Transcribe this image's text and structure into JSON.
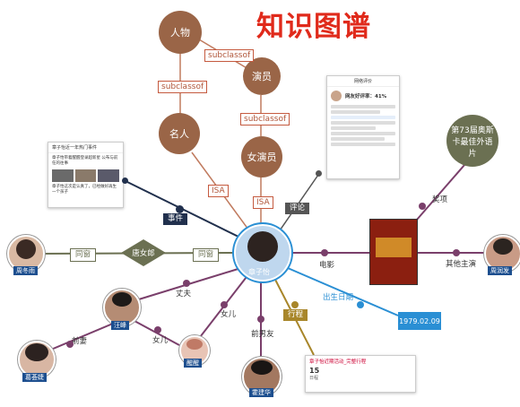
{
  "title": "知识图谱",
  "concepts": {
    "renwu": "人物",
    "mingren": "名人",
    "yanyuan": "演员",
    "nvyanyuan": "女演员"
  },
  "relations": {
    "subclassof_1": "subclassof",
    "subclassof_2": "subclassof",
    "subclassof_3": "subclassof",
    "isa_1": "ISA",
    "isa_2": "ISA"
  },
  "center": {
    "name": "章子怡"
  },
  "edges": {
    "shijian": "事件",
    "pinglun": "评论",
    "dianying": "电影",
    "chusheng": "出生日期",
    "xingcheng": "行程",
    "nanpengyou": "前男友",
    "nver": "女儿",
    "zhangfu": "丈夫",
    "tangfeng": "唐女郎",
    "jiangxiang": "奖项",
    "qita": "其他主演",
    "qianqi": "前妻",
    "nver2": "女儿",
    "tongxiang_1": "同窗",
    "tongxiang_2": "同窗"
  },
  "award": "第73届奥斯卡最佳外语片",
  "birth_date": "1979.02.09",
  "people": {
    "zhou": "周冬雨",
    "wangfeng": "汪峰",
    "gezi": "葛荟婕",
    "xingxing": "醒醒",
    "huoy": "霍建华",
    "zhourunfa": "周润发"
  },
  "tang_hub": "唐女郎",
  "news_card": {
    "header": "章子怡近一年热门事件",
    "item1": "章子怡带着醒醒登录超新星 公布与前任的往事",
    "item2": "章子怡这次是认真了，已经做好再生一个孩子"
  },
  "comment_card": {
    "header": "网络评价",
    "score": "网友好评率：41%"
  },
  "schedule_card": {
    "header": "章子怡近期活动_完整行程",
    "date": "15",
    "label": "日程"
  },
  "colors": {
    "title": "#e02a1b",
    "brown": "#9a6547",
    "olive": "#6b7052",
    "navy": "#21304d",
    "purple": "#7a3f6b",
    "blue": "#2a8fd4",
    "gold": "#a8862a"
  }
}
